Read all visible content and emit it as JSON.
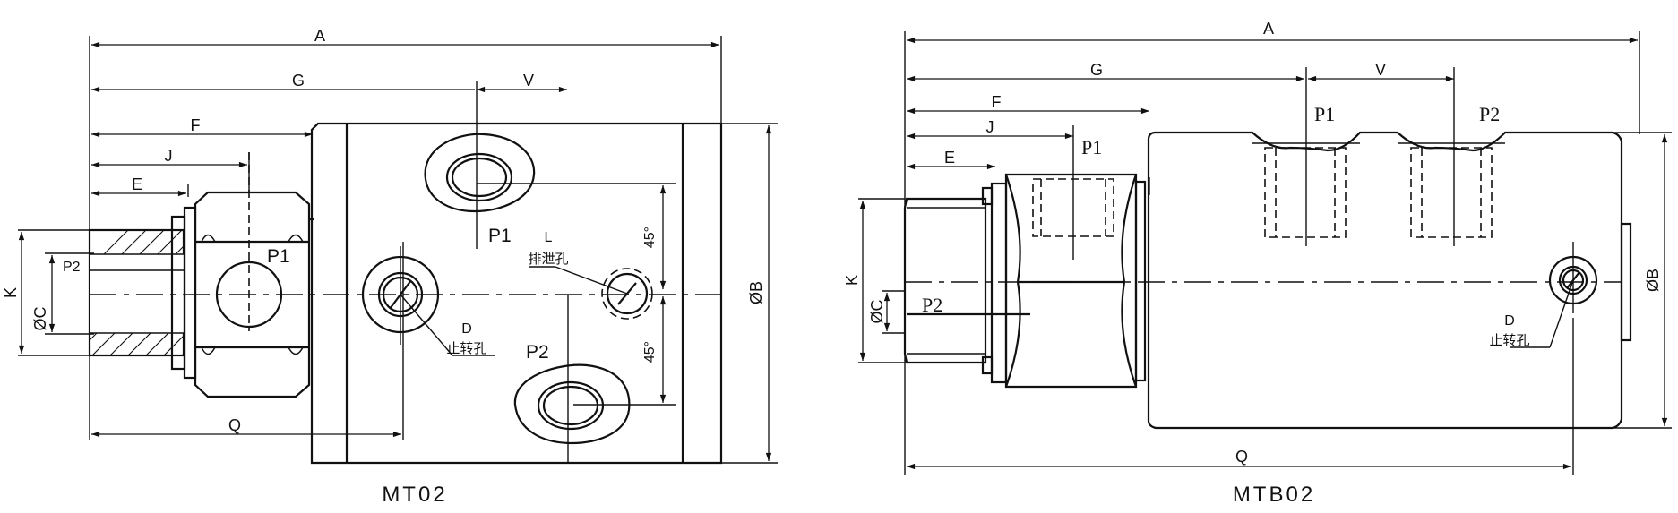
{
  "left_view": {
    "caption": "MT02",
    "dims": {
      "A": "A",
      "G": "G",
      "V": "V",
      "F": "F",
      "J": "J",
      "E": "E",
      "Q": "Q",
      "K": "K",
      "C": "ØC",
      "B": "ØB"
    },
    "ports": {
      "p1_side": "P1",
      "p2_side": "P2",
      "p1_face": "P1",
      "p2_face": "P2"
    },
    "drain": {
      "code": "L",
      "text": "排泄孔"
    },
    "stop_hole": {
      "code": "D",
      "text": "止转孔"
    },
    "angles": {
      "upper": "45°",
      "lower": "45°"
    }
  },
  "right_view": {
    "caption": "MTB02",
    "dims": {
      "A": "A",
      "G": "G",
      "V": "V",
      "F": "F",
      "J": "J",
      "E": "E",
      "Q": "Q",
      "K": "K",
      "C": "ØC",
      "B": "ØB"
    },
    "ports": {
      "p1_top": "P1",
      "p2_top": "P2",
      "p1_nut": "P1",
      "p2_side": "P2"
    },
    "stop_hole": {
      "code": "D",
      "text": "止转孔"
    }
  }
}
